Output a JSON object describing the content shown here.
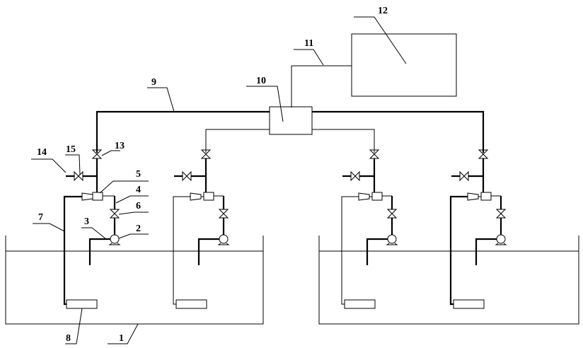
{
  "diagram": {
    "labels": {
      "l1": "1",
      "l2": "2",
      "l3": "3",
      "l4": "4",
      "l5": "5",
      "l6": "6",
      "l7": "7",
      "l8": "8",
      "l9": "9",
      "l10": "10",
      "l11": "11",
      "l12": "12",
      "l13": "13",
      "l14": "14",
      "l15": "15"
    }
  }
}
